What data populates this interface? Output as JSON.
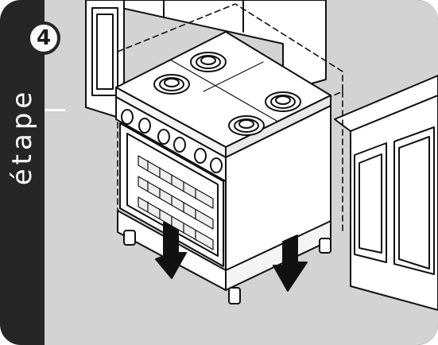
{
  "step": {
    "number": "4",
    "word": "étape"
  },
  "illustration": {
    "subject": "range-oven-lowered-into-cabinet-opening",
    "arrows": [
      "arrow-down",
      "arrow-down"
    ],
    "colors": {
      "panel": "#262626",
      "background": "#d3d3d3",
      "appliance": "#ffffff",
      "outline": "#111111"
    }
  }
}
